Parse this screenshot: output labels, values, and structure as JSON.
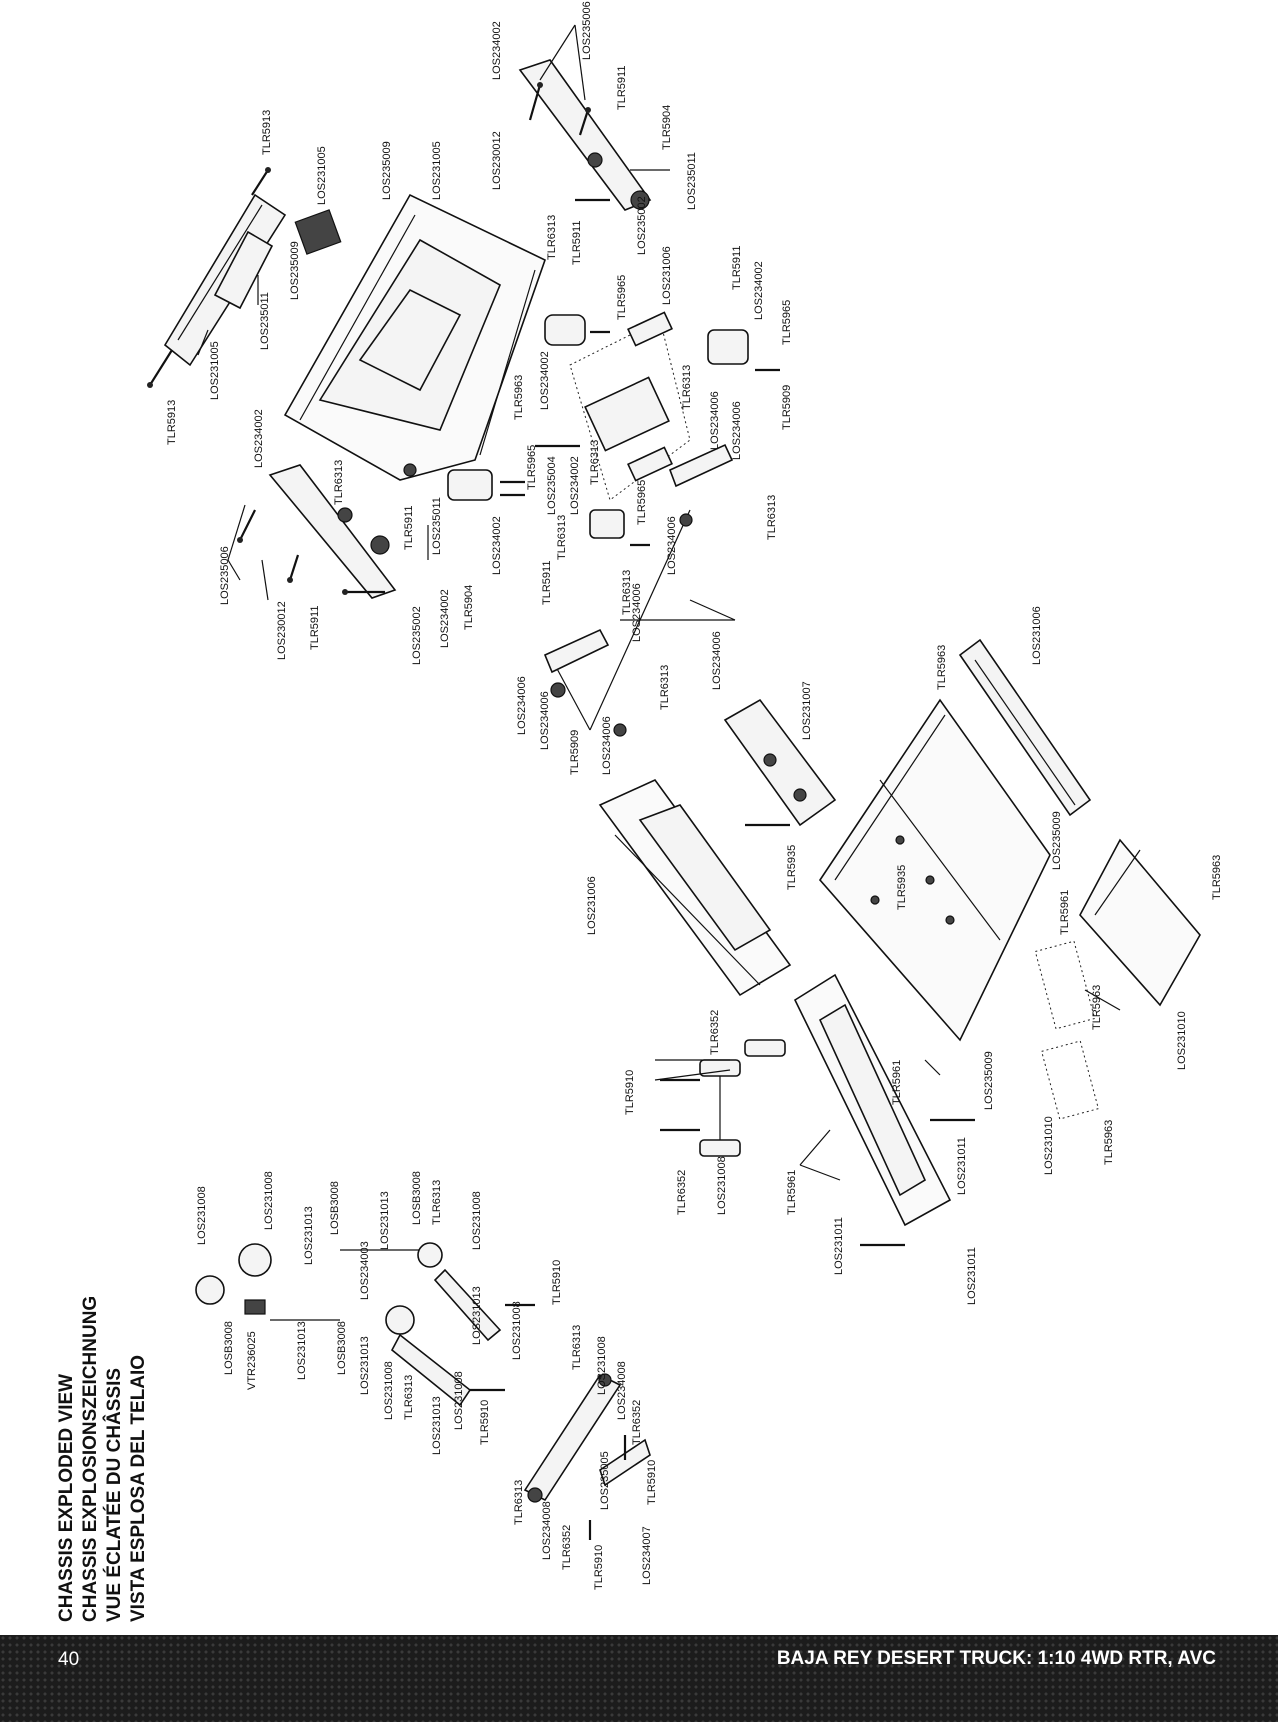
{
  "title_lines": [
    "CHASSIS EXPLODED VIEW",
    "CHASSIS EXPLOSIONSZEICHNUNG",
    "VUE ÉCLATÉE DU CHÂSSIS",
    "VISTA ESPLOSA DEL TELAIO"
  ],
  "footer": {
    "page_number": "40",
    "product_name": "BAJA REY DESERT TRUCK: 1:10 4WD RTR, AVC"
  },
  "labels": {
    "los235006_a": "LOS235006",
    "los234002_a": "LOS234002",
    "tlr5911_a": "TLR5911",
    "los230012_a": "LOS230012",
    "tlr5904_a": "TLR5904",
    "los235011_a": "LOS235011",
    "tlr6313_a": "TLR6313",
    "tlr5911_b": "TLR5911",
    "los235002_a": "LOS235002",
    "los231006_a": "LOS231006",
    "tlr5965_a": "TLR5965",
    "los234002_b": "LOS234002",
    "tlr6313_b": "TLR6313",
    "tlr5911_c": "TLR5911",
    "los234002_c": "LOS234002",
    "tlr5965_b": "TLR5965",
    "los234006_a": "LOS234006",
    "los234006_b": "LOS234006",
    "tlr5909_a": "TLR5909",
    "tlr6313_c": "TLR6313",
    "tlr5913_a": "TLR5913",
    "los231005_a": "LOS231005",
    "los235009_a": "LOS235009",
    "los231005_b": "LOS231005",
    "los235009_b": "LOS235009",
    "los235011_b": "LOS235011",
    "los231005_c": "LOS231005",
    "tlr5913_b": "TLR5913",
    "los234002_d": "LOS234002",
    "tlr6313_d": "TLR6313",
    "los235006_b": "LOS235006",
    "los230012_b": "LOS230012",
    "tlr5911_d": "TLR5911",
    "los235002_b": "LOS235002",
    "los234002_e": "LOS234002",
    "tlr5904_b": "TLR5904",
    "tlr5911_e": "TLR5911",
    "los235011_c": "LOS235011",
    "los234002_f": "LOS234002",
    "tlr5963_a": "TLR5963",
    "tlr5965_c": "TLR5965",
    "los235004": "LOS235004",
    "los234002_g": "LOS234002",
    "tlr6313_e": "TLR6313",
    "tlr5965_d": "TLR5965",
    "tlr6313_f": "TLR6313",
    "tlr5911_f": "TLR5911",
    "tlr6313_g": "TLR6313",
    "los234006_c": "LOS234006",
    "los234006_d": "LOS234006",
    "los234006_e": "LOS234006",
    "los234006_f": "LOS234006",
    "tlr5909_b": "TLR5909",
    "tlr6313_h": "TLR6313",
    "los234006_g": "LOS234006",
    "los234006_h": "LOS234006",
    "tlr5963_b": "TLR5963",
    "los231006_b": "LOS231006",
    "los231007": "LOS231007",
    "tlr5935_a": "TLR5935",
    "tlr5935_b": "TLR5935",
    "los235009_c": "LOS235009",
    "tlr5961_a": "TLR5961",
    "tlr5963_c": "TLR5963",
    "tlr5963_d": "TLR5963",
    "los231010_a": "LOS231010",
    "los231006_c": "LOS231006",
    "tlr6352_a": "TLR6352",
    "tlr5910_a": "TLR5910",
    "tlr5961_b": "TLR5961",
    "los235009_d": "LOS235009",
    "tlr5963_e": "TLR5963",
    "los231010_b": "LOS231010",
    "tlr6352_b": "TLR6352",
    "los231008_a": "LOS231008",
    "los231011_a": "LOS231011",
    "tlr5961_c": "TLR5961",
    "los231011_b": "LOS231011",
    "los231011_c": "LOS231011",
    "los231008_b": "LOS231008",
    "los231008_c": "LOS231008",
    "los231013_a": "LOS231013",
    "losb3008_a": "LOSB3008",
    "los231013_b": "LOS231013",
    "losb3008_b": "LOSB3008",
    "tlr6313_i": "TLR6313",
    "los231008_d": "LOS231008",
    "losb3008_c": "LOSB3008",
    "vtr236025": "VTR236025",
    "los231013_c": "LOS231013",
    "losb3008_d": "LOSB3008",
    "los231013_d": "LOS231013",
    "los234003": "LOS234003",
    "los231008_e": "LOS231008",
    "tlr6313_j": "TLR6313",
    "los231013_e": "LOS231013",
    "los231008_f": "LOS231008",
    "tlr5910_b": "TLR5910",
    "los231013_f": "LOS231013",
    "tlr5910_c": "TLR5910",
    "los231008_g": "LOS231008",
    "tlr6313_k": "TLR6313",
    "los231008_h": "LOS231008",
    "los234008_a": "LOS234008",
    "tlr6352_c": "TLR6352",
    "tlr6313_l": "TLR6313",
    "los235005": "LOS235005",
    "tlr5910_d": "TLR5910",
    "los234008_b": "LOS234008",
    "tlr6352_d": "TLR6352",
    "tlr5910_e": "TLR5910",
    "los234007": "LOS234007"
  }
}
